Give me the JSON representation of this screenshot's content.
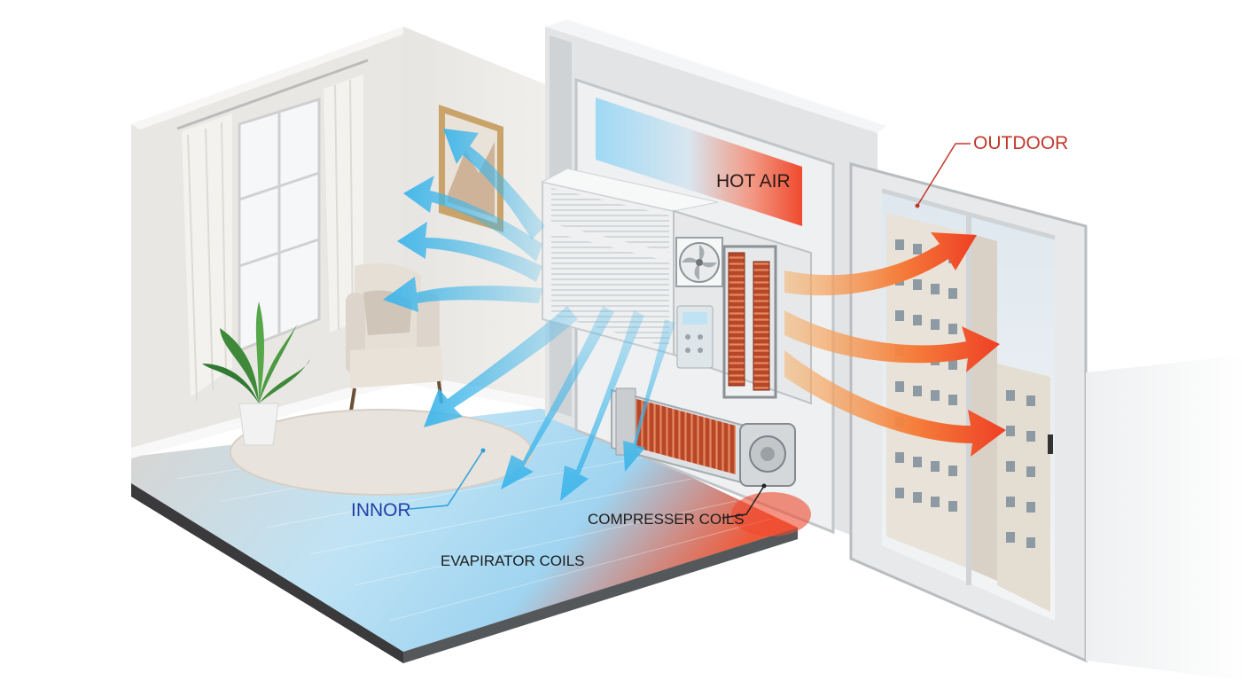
{
  "labels": {
    "outdoor": "OUTDOOR",
    "hot_air": "HOT AIR",
    "innor": "INNOR",
    "compresser_coils": "COMPRESSER COILS",
    "evaporator_coils": "EVAPIRATOR COILS"
  },
  "colors": {
    "cool_air": "#3fb6ea",
    "hot_air": "#f0472b",
    "warm_air": "#f59a3a",
    "outdoor_label": "#c0392b",
    "innor_label": "#1f3fa8",
    "leader_blue": "#2d9fd8",
    "leader_red": "#c0392b"
  },
  "icons": {
    "ac_unit": "window-air-conditioner",
    "fan": "fan-icon",
    "compressor": "compressor-icon",
    "plant": "potted-plant",
    "chair": "armchair",
    "picture": "framed-picture",
    "window": "room-window",
    "building": "apartment-building"
  }
}
